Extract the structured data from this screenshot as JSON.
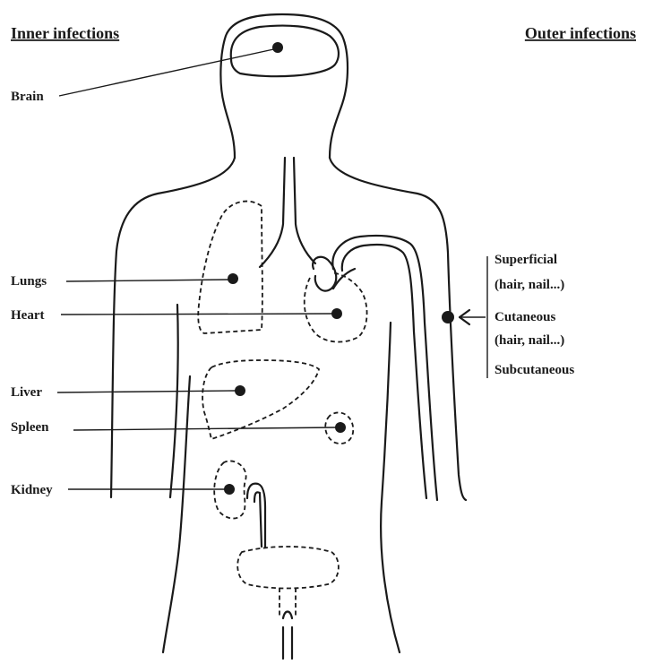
{
  "headings": {
    "inner": "Inner infections",
    "outer": "Outer infections"
  },
  "inner_sites": [
    {
      "label": "Brain"
    },
    {
      "label": "Lungs"
    },
    {
      "label": "Heart"
    },
    {
      "label": "Liver"
    },
    {
      "label": "Spleen"
    },
    {
      "label": "Kidney"
    }
  ],
  "outer_sites": [
    {
      "label": "Superficial",
      "detail": "(hair, nail...)"
    },
    {
      "label": "Cutaneous",
      "detail": "(hair, nail...)"
    },
    {
      "label": "Subcutaneous"
    }
  ],
  "colors": {
    "ink": "#1a1a1a",
    "background": "#ffffff"
  }
}
